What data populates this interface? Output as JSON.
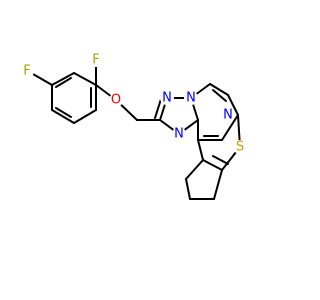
{
  "atoms": {
    "F1": {
      "label": "F",
      "color": "#a6a600"
    },
    "F2": {
      "label": "F",
      "color": "#a6a600"
    },
    "O": {
      "label": "O",
      "color": "#ff0000"
    },
    "N1": {
      "label": "N",
      "color": "#0000ff"
    },
    "N2": {
      "label": "N",
      "color": "#0000ff"
    },
    "N3": {
      "label": "N",
      "color": "#0000ff"
    },
    "N4": {
      "label": "N",
      "color": "#0000ff"
    },
    "S": {
      "label": "S",
      "color": "#c8a000"
    }
  }
}
